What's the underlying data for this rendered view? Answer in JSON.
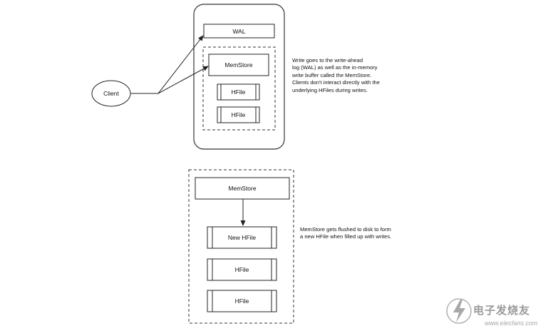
{
  "top": {
    "client": "Client",
    "wal": "WAL",
    "memstore": "MemStore",
    "hfiles": [
      "HFile",
      "HFile"
    ],
    "description": [
      "Write goes to the write-ahead",
      "log (WAL) as well as the in-memory",
      "write buffer called the MemStore.",
      "Clients don't interact directly with the",
      "underlying HFiles during writes."
    ]
  },
  "bottom": {
    "memstore": "MemStore",
    "hfiles": [
      "New HFile",
      "HFile",
      "HFile"
    ],
    "description": [
      "MemStore gets flushed to disk to form",
      "a new HFile when filled up with writes."
    ]
  },
  "watermark": {
    "text": "电子发烧友",
    "url": "www.elecfans.com",
    "icon": "lightning-bolt-icon"
  }
}
